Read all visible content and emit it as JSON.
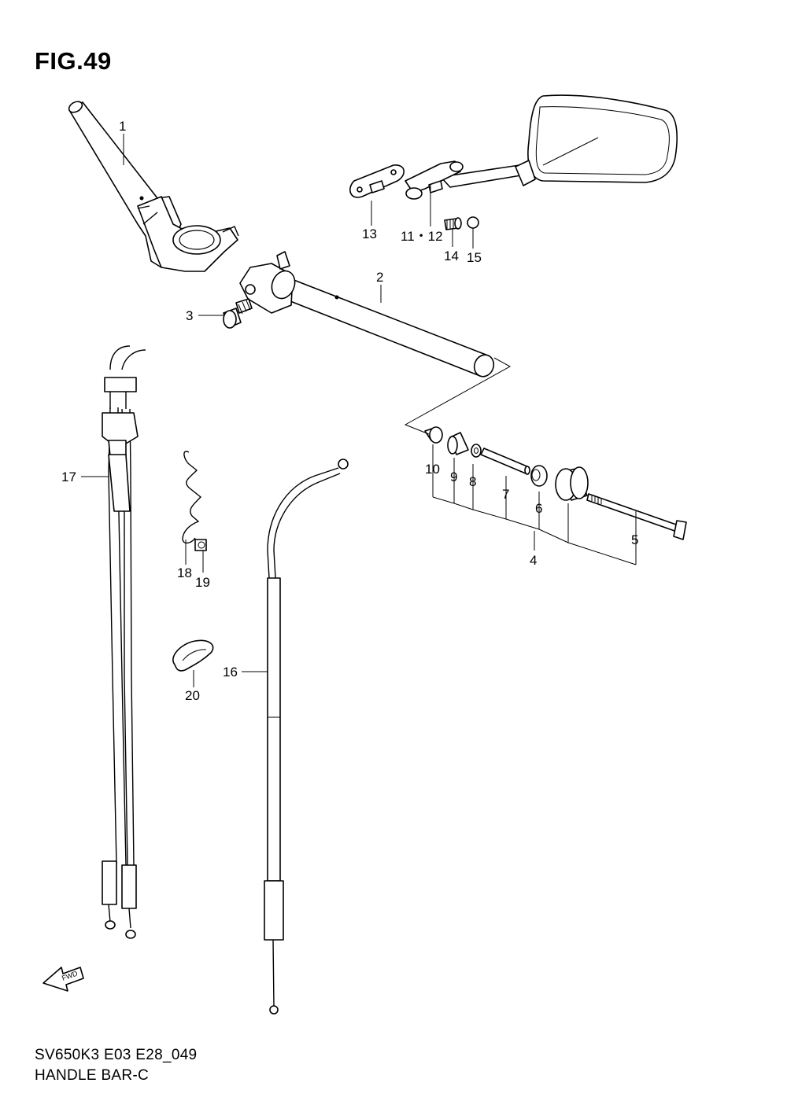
{
  "figure": {
    "title": "FIG.49",
    "code": "SV650K3 E03 E28_049",
    "name": "HANDLE BAR-C",
    "fwd_label": "FWD"
  },
  "callouts": {
    "c1": "1",
    "c2": "2",
    "c3": "3",
    "c4": "4",
    "c5": "5",
    "c6": "6",
    "c7": "7",
    "c8": "8",
    "c9": "9",
    "c10": "10",
    "c11_12": "11・12",
    "c13": "13",
    "c14": "14",
    "c15": "15",
    "c16": "16",
    "c17": "17",
    "c18": "18",
    "c19": "19",
    "c20": "20"
  }
}
